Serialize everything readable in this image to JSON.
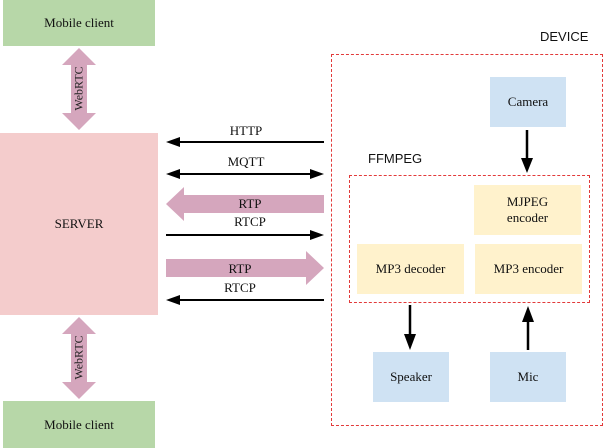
{
  "diagram": {
    "mobile_client_top": {
      "label": "Mobile client"
    },
    "mobile_client_bottom": {
      "label": "Mobile client"
    },
    "server": {
      "label": "SERVER"
    },
    "webrtc_top": {
      "label": "WebRTC"
    },
    "webrtc_bottom": {
      "label": "WebRTC"
    },
    "device": {
      "label": "DEVICE"
    },
    "ffmpeg": {
      "label": "FFMPEG"
    },
    "components": {
      "camera": "Camera",
      "mjpeg_encoder": "MJPEG encoder",
      "mp3_decoder": "MP3 decoder",
      "mp3_encoder": "MP3 encoder",
      "speaker": "Speaker",
      "mic": "Mic"
    },
    "links": [
      {
        "label": "HTTP",
        "direction": "to-server",
        "style": "thin"
      },
      {
        "label": "MQTT",
        "direction": "bidirectional",
        "style": "thin"
      },
      {
        "label": "RTP",
        "direction": "to-server",
        "style": "thick"
      },
      {
        "label": "RTCP",
        "direction": "to-device",
        "style": "thin"
      },
      {
        "label": "RTP",
        "direction": "to-device",
        "style": "thick"
      },
      {
        "label": "RTCP",
        "direction": "to-server",
        "style": "thin"
      }
    ],
    "colors": {
      "client": "#b7d7a8",
      "server": "#f4cccc",
      "hardware": "#cfe2f3",
      "codec": "#fff2cc",
      "thick_arrow": "#d5a6bd",
      "boundary": "#e23a3a"
    }
  }
}
